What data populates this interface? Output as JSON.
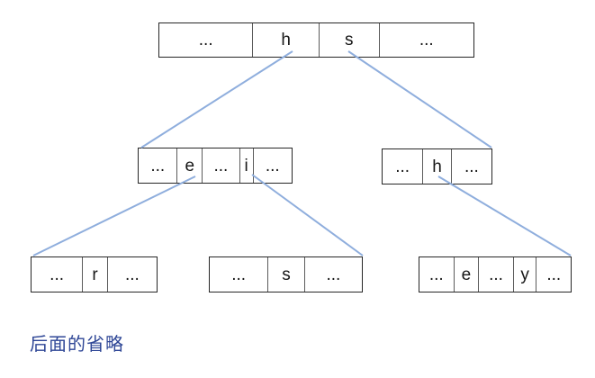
{
  "diagram": {
    "kind": "b-tree-structure",
    "caption": "后面的省略",
    "nodes": [
      {
        "name": "root",
        "level": 1,
        "cells": [
          "...",
          "h",
          "s",
          "..."
        ]
      },
      {
        "name": "level2-left",
        "level": 2,
        "cells": [
          "...",
          "e",
          "...",
          "i",
          "..."
        ]
      },
      {
        "name": "level2-right",
        "level": 2,
        "cells": [
          "...",
          "h",
          "..."
        ]
      },
      {
        "name": "level3-left",
        "level": 3,
        "cells": [
          "...",
          "r",
          "..."
        ]
      },
      {
        "name": "level3-middle",
        "level": 3,
        "cells": [
          "...",
          "s",
          "..."
        ]
      },
      {
        "name": "level3-right",
        "level": 3,
        "cells": [
          "...",
          "e",
          "...",
          "y",
          "..."
        ]
      }
    ],
    "edges": [
      {
        "from": "root:h",
        "to": "level2-left"
      },
      {
        "from": "root:s",
        "to": "level2-right"
      },
      {
        "from": "level2-left:e",
        "to": "level3-left"
      },
      {
        "from": "level2-left:i",
        "to": "level3-middle"
      },
      {
        "from": "level2-right:h",
        "to": "level3-right"
      }
    ],
    "colors": {
      "edge": "#8faedd",
      "caption": "#2e4696",
      "node_border": "#262626",
      "cell_divider": "#5b5b5b",
      "text": "#161616",
      "background": "#ffffff"
    }
  }
}
